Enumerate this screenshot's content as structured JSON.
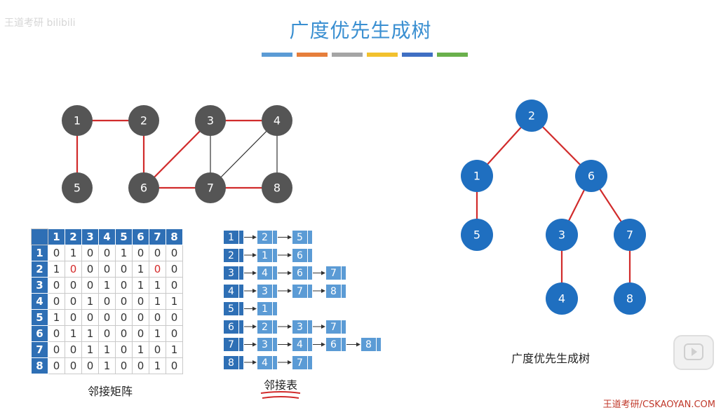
{
  "title": "广度优先生成树",
  "watermark_tl": "王道考研 bilibili",
  "watermark_br": "王道考研/CSKAOYAN.COM",
  "strip_colors": [
    "#5b9bd5",
    "#e67e3b",
    "#a5a5a5",
    "#f2c12e",
    "#3f6fc3",
    "#6ab04c"
  ],
  "graph": {
    "nodes": [
      "1",
      "2",
      "3",
      "4",
      "5",
      "6",
      "7",
      "8"
    ],
    "edges_tree": [
      [
        "1",
        "2"
      ],
      [
        "1",
        "5"
      ],
      [
        "2",
        "6"
      ],
      [
        "6",
        "3"
      ],
      [
        "6",
        "7"
      ],
      [
        "7",
        "8"
      ],
      [
        "3",
        "4"
      ]
    ],
    "edges_other": [
      [
        "3",
        "7"
      ],
      [
        "4",
        "7"
      ],
      [
        "4",
        "8"
      ]
    ],
    "node_color": "#555555",
    "tree_edge_color": "#d12b2b",
    "other_edge_color": "#333333"
  },
  "matrix": {
    "headers": [
      "1",
      "2",
      "3",
      "4",
      "5",
      "6",
      "7",
      "8"
    ],
    "rows": [
      [
        "0",
        "1",
        "0",
        "0",
        "1",
        "0",
        "0",
        "0"
      ],
      [
        "1",
        "0",
        "0",
        "0",
        "0",
        "1",
        "0",
        "0"
      ],
      [
        "0",
        "0",
        "0",
        "1",
        "0",
        "1",
        "1",
        "0"
      ],
      [
        "0",
        "0",
        "1",
        "0",
        "0",
        "0",
        "1",
        "1"
      ],
      [
        "1",
        "0",
        "0",
        "0",
        "0",
        "0",
        "0",
        "0"
      ],
      [
        "0",
        "1",
        "1",
        "0",
        "0",
        "0",
        "1",
        "0"
      ],
      [
        "0",
        "0",
        "1",
        "1",
        "0",
        "1",
        "0",
        "1"
      ],
      [
        "0",
        "0",
        "0",
        "1",
        "0",
        "0",
        "1",
        "0"
      ]
    ],
    "highlight_row": 2,
    "highlight_cols": [
      1,
      6
    ],
    "caption": "邻接矩阵"
  },
  "adjacency_list": {
    "heads": [
      "1",
      "2",
      "3",
      "4",
      "5",
      "6",
      "7",
      "8"
    ],
    "lists": [
      [
        "2",
        "5"
      ],
      [
        "1",
        "6"
      ],
      [
        "4",
        "6",
        "7"
      ],
      [
        "3",
        "7",
        "8"
      ],
      [
        "1"
      ],
      [
        "2",
        "3",
        "7"
      ],
      [
        "3",
        "4",
        "6",
        "8"
      ],
      [
        "4",
        "7"
      ]
    ],
    "caption": "邻接表"
  },
  "bfs_tree": {
    "root": "2",
    "edges": [
      [
        "2",
        "1"
      ],
      [
        "2",
        "6"
      ],
      [
        "1",
        "5"
      ],
      [
        "6",
        "3"
      ],
      [
        "6",
        "7"
      ],
      [
        "3",
        "4"
      ],
      [
        "7",
        "8"
      ]
    ],
    "node_color": "#1f6fc0",
    "edge_color": "#d12b2b",
    "caption": "广度优先生成树"
  }
}
